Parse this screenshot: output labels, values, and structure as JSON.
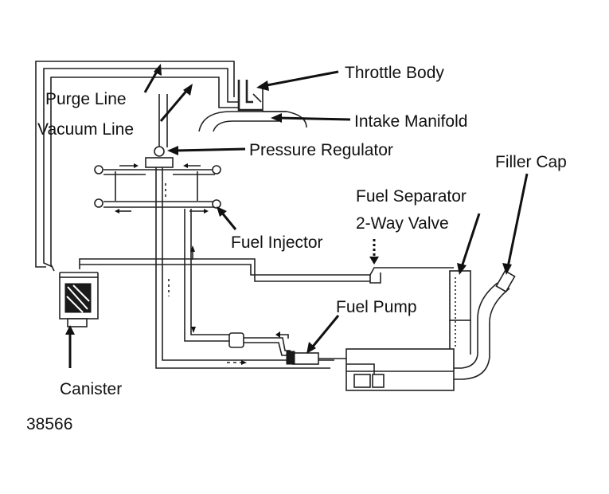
{
  "labels": {
    "throttle_body": "Throttle Body",
    "purge_line": "Purge Line",
    "intake_manifold": "Intake Manifold",
    "vacuum_line": "Vacuum Line",
    "pressure_regulator": "Pressure Regulator",
    "filler_cap": "Filler Cap",
    "fuel_separator": "Fuel Separator",
    "two_way_valve": "2-Way Valve",
    "fuel_injector": "Fuel Injector",
    "fuel_pump": "Fuel Pump",
    "canister": "Canister"
  },
  "figure_number": "38566",
  "colors": {
    "ink": "#111111",
    "background": "#ffffff"
  }
}
